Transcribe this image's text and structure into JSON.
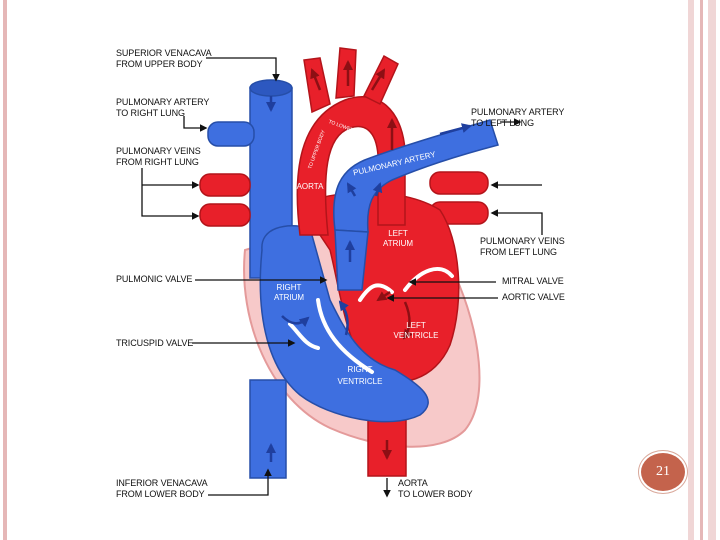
{
  "labels": {
    "superior_vena_cava": "SUPERIOR VENACAVA\nFROM UPPER BODY",
    "pa_right": "PULMONARY ARTERY\nTO RIGHT LUNG",
    "pv_right": "PULMONARY VEINS\nFROM RIGHT LUNG",
    "pulmonic_valve": "PULMONIC VALVE",
    "tricuspid_valve": "TRICUSPID VALVE",
    "inferior_vena_cava": "INFERIOR VENACAVA\nFROM LOWER BODY",
    "pa_left": "PULMONARY ARTERY\nTO LEFT LUNG",
    "pv_left": "PULMONARY VEINS\nFROM LEFT LUNG",
    "mitral_valve": "MITRAL VALVE",
    "aortic_valve": "AORTIC VALVE",
    "aorta_lower": "AORTA\nTO LOWER BODY"
  },
  "inner_labels": {
    "aorta": "AORTA",
    "pulmonary_artery": "PULMONARY ARTERY",
    "left_atrium": [
      "LEFT",
      "ATRIUM"
    ],
    "right_atrium": [
      "RIGHT",
      "ATRIUM"
    ],
    "left_ventricle": [
      "LEFT",
      "VENTRICLE"
    ],
    "right_ventricle": [
      "RIGHT",
      "VENTRICLE"
    ],
    "to_upper_body": "TO UPPER BODY",
    "to_lower_body": "TO LOWER BODY"
  },
  "page_number": "21",
  "colors": {
    "oxygenated": "#e8202a",
    "deoxygenated": "#3e6fe0",
    "pericardium": "#f7c9c9",
    "border": "#e5b7b7",
    "badge": "#c4634c"
  }
}
